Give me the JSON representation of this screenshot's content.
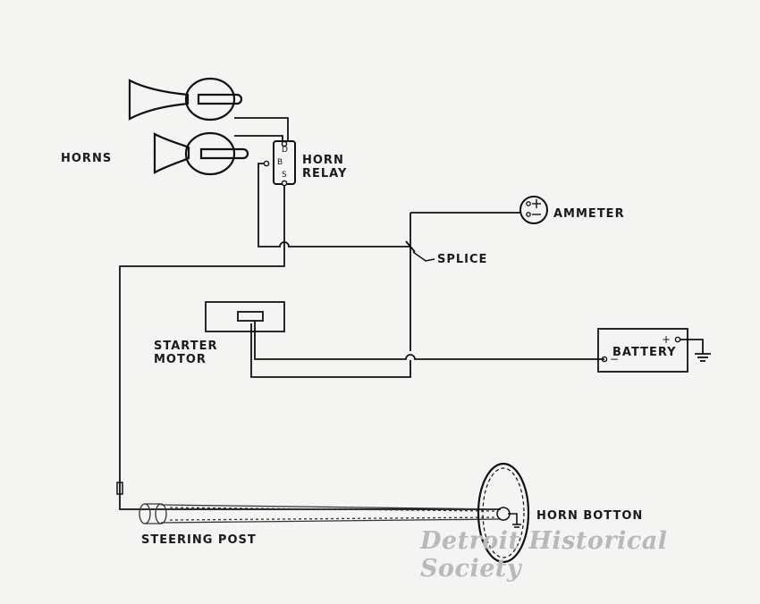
{
  "labels": {
    "horns": "HORNS",
    "horn_relay": "HORN\nRELAY",
    "ammeter": "AMMETER",
    "splice": "SPLICE",
    "starter_motor": "STARTER\nMOTOR",
    "battery": "BATTERY",
    "steering_post": "STEERING POST",
    "horn_button": "HORN BOTTON"
  },
  "relay_terminals": {
    "d": "D",
    "b": "B",
    "s": "S"
  },
  "polarity": {
    "plus": "+",
    "minus": "−"
  },
  "watermark": "Detroit Historical Society"
}
